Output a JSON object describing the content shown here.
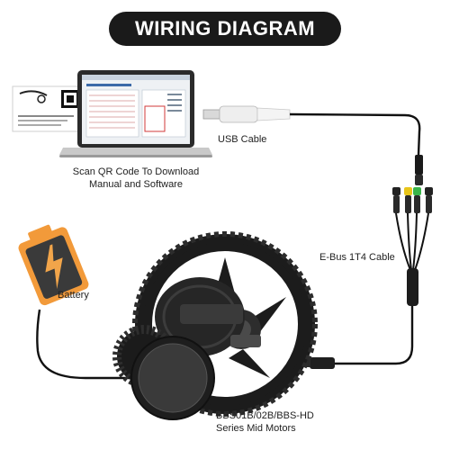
{
  "title": "WIRING DIAGRAM",
  "labels": {
    "usb_cable": "USB Cable",
    "scan_qr_line1": "Scan QR Code To Download",
    "scan_qr_line2": "Manual and Software",
    "ebus": "E-Bus 1T4 Cable",
    "battery": "Battery",
    "motor_line1": "BBS01B/02B/BBS-HD",
    "motor_line2": "Series Mid Motors"
  },
  "colors": {
    "title_bg": "#1a1a1a",
    "battery_orange": "#f29a3a",
    "battery_dark": "#3a3a3a",
    "connector_yellow": "#e8c51a",
    "connector_green": "#3ab54a",
    "cable": "#111111"
  }
}
